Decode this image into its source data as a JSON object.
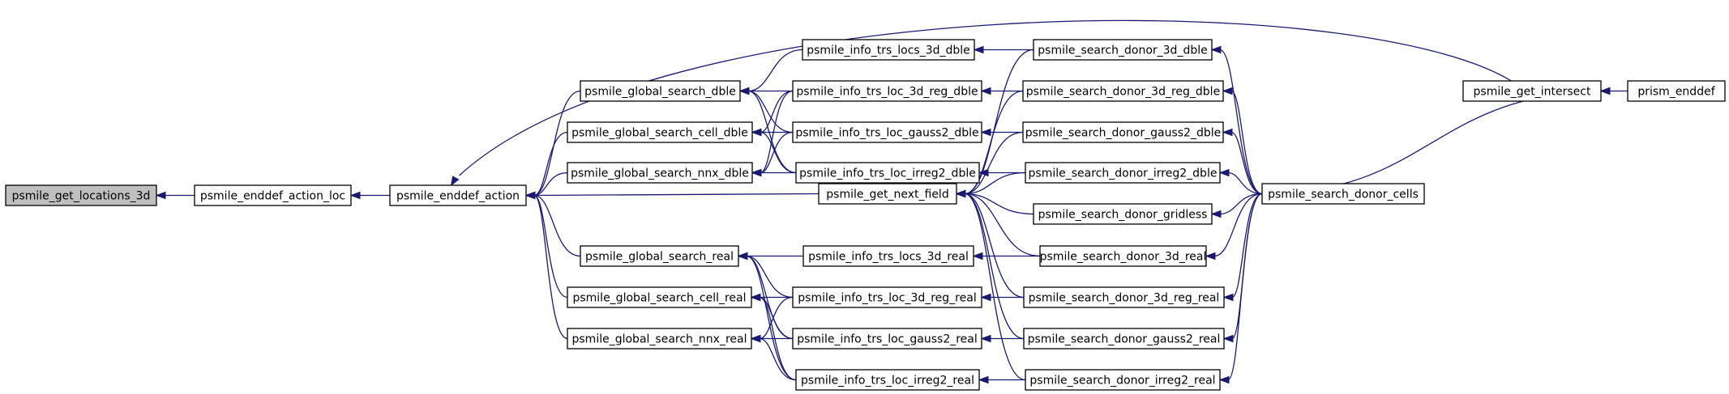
{
  "graph": {
    "nodes": [
      {
        "id": "n0",
        "label": "psmile_get_locations_3d",
        "root": true
      },
      {
        "id": "n1",
        "label": "psmile_enddef_action_loc"
      },
      {
        "id": "n2",
        "label": "psmile_enddef_action"
      },
      {
        "id": "n3",
        "label": "psmile_global_search_dble"
      },
      {
        "id": "n4",
        "label": "psmile_global_search_cell_dble"
      },
      {
        "id": "n5",
        "label": "psmile_global_search_nnx_dble"
      },
      {
        "id": "n6",
        "label": "psmile_global_search_real"
      },
      {
        "id": "n7",
        "label": "psmile_global_search_cell_real"
      },
      {
        "id": "n8",
        "label": "psmile_global_search_nnx_real"
      },
      {
        "id": "n9",
        "label": "psmile_info_trs_locs_3d_dble"
      },
      {
        "id": "n10",
        "label": "psmile_info_trs_loc_3d_reg_dble"
      },
      {
        "id": "n11",
        "label": "psmile_info_trs_loc_gauss2_dble"
      },
      {
        "id": "n12",
        "label": "psmile_info_trs_loc_irreg2_dble"
      },
      {
        "id": "n13",
        "label": "psmile_get_next_field"
      },
      {
        "id": "n14",
        "label": "psmile_info_trs_locs_3d_real"
      },
      {
        "id": "n15",
        "label": "psmile_info_trs_loc_3d_reg_real"
      },
      {
        "id": "n16",
        "label": "psmile_info_trs_loc_gauss2_real"
      },
      {
        "id": "n17",
        "label": "psmile_info_trs_loc_irreg2_real"
      },
      {
        "id": "n18",
        "label": "psmile_search_donor_3d_dble"
      },
      {
        "id": "n19",
        "label": "psmile_search_donor_3d_reg_dble"
      },
      {
        "id": "n20",
        "label": "psmile_search_donor_gauss2_dble"
      },
      {
        "id": "n21",
        "label": "psmile_search_donor_irreg2_dble"
      },
      {
        "id": "n22",
        "label": "psmile_search_donor_gridless"
      },
      {
        "id": "n23",
        "label": "psmile_search_donor_3d_real"
      },
      {
        "id": "n24",
        "label": "psmile_search_donor_3d_reg_real"
      },
      {
        "id": "n25",
        "label": "psmile_search_donor_gauss2_real"
      },
      {
        "id": "n26",
        "label": "psmile_search_donor_irreg2_real"
      },
      {
        "id": "n27",
        "label": "psmile_search_donor_cells"
      },
      {
        "id": "n28",
        "label": "psmile_get_intersect"
      },
      {
        "id": "n29",
        "label": "prism_enddef"
      }
    ],
    "edges": [
      {
        "from": "n1",
        "to": "n0"
      },
      {
        "from": "n2",
        "to": "n1"
      },
      {
        "from": "n28",
        "to": "n2"
      },
      {
        "from": "n3",
        "to": "n2"
      },
      {
        "from": "n4",
        "to": "n2"
      },
      {
        "from": "n5",
        "to": "n2"
      },
      {
        "from": "n13",
        "to": "n2"
      },
      {
        "from": "n6",
        "to": "n2"
      },
      {
        "from": "n7",
        "to": "n2"
      },
      {
        "from": "n8",
        "to": "n2"
      },
      {
        "from": "n9",
        "to": "n3"
      },
      {
        "from": "n10",
        "to": "n3"
      },
      {
        "from": "n11",
        "to": "n3"
      },
      {
        "from": "n12",
        "to": "n3"
      },
      {
        "from": "n10",
        "to": "n4"
      },
      {
        "from": "n11",
        "to": "n4"
      },
      {
        "from": "n12",
        "to": "n4"
      },
      {
        "from": "n10",
        "to": "n5"
      },
      {
        "from": "n11",
        "to": "n5"
      },
      {
        "from": "n12",
        "to": "n5"
      },
      {
        "from": "n14",
        "to": "n6"
      },
      {
        "from": "n15",
        "to": "n6"
      },
      {
        "from": "n16",
        "to": "n6"
      },
      {
        "from": "n17",
        "to": "n6"
      },
      {
        "from": "n15",
        "to": "n7"
      },
      {
        "from": "n16",
        "to": "n7"
      },
      {
        "from": "n17",
        "to": "n7"
      },
      {
        "from": "n15",
        "to": "n8"
      },
      {
        "from": "n16",
        "to": "n8"
      },
      {
        "from": "n17",
        "to": "n8"
      },
      {
        "from": "n18",
        "to": "n9"
      },
      {
        "from": "n19",
        "to": "n10"
      },
      {
        "from": "n20",
        "to": "n11"
      },
      {
        "from": "n21",
        "to": "n12"
      },
      {
        "from": "n23",
        "to": "n14"
      },
      {
        "from": "n24",
        "to": "n15"
      },
      {
        "from": "n25",
        "to": "n16"
      },
      {
        "from": "n26",
        "to": "n17"
      },
      {
        "from": "n18",
        "to": "n13"
      },
      {
        "from": "n19",
        "to": "n13"
      },
      {
        "from": "n20",
        "to": "n13"
      },
      {
        "from": "n21",
        "to": "n13"
      },
      {
        "from": "n22",
        "to": "n13"
      },
      {
        "from": "n23",
        "to": "n13"
      },
      {
        "from": "n24",
        "to": "n13"
      },
      {
        "from": "n25",
        "to": "n13"
      },
      {
        "from": "n26",
        "to": "n13"
      },
      {
        "from": "n27",
        "to": "n18"
      },
      {
        "from": "n27",
        "to": "n19"
      },
      {
        "from": "n27",
        "to": "n20"
      },
      {
        "from": "n27",
        "to": "n21"
      },
      {
        "from": "n27",
        "to": "n22"
      },
      {
        "from": "n27",
        "to": "n23"
      },
      {
        "from": "n27",
        "to": "n24"
      },
      {
        "from": "n27",
        "to": "n25"
      },
      {
        "from": "n27",
        "to": "n26"
      },
      {
        "from": "n27",
        "to": "n28"
      },
      {
        "from": "n29",
        "to": "n28"
      }
    ]
  }
}
